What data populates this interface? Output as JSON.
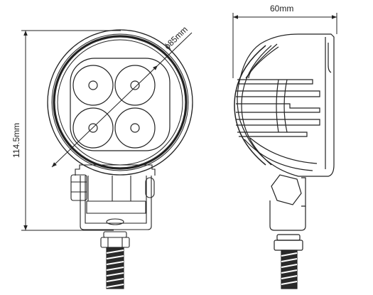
{
  "dimensions": {
    "height_label": "114.5mm",
    "depth_label": "60mm",
    "diameter_label": "ϕ85mm"
  }
}
